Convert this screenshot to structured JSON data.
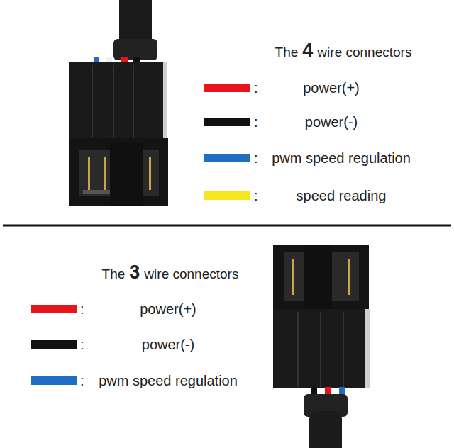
{
  "diagram": {
    "labels": [
      "The",
      "4",
      "wire connectors",
      "The",
      "3",
      "wire connectors",
      ":",
      ":",
      ":",
      ":",
      ":",
      ":",
      ":"
    ],
    "legend": [
      {
        "text": "power(+)",
        "color": "#e8141a"
      },
      {
        "text": "power(-)",
        "color": "#111111"
      },
      {
        "text": "pwm speed regulation",
        "color": "#1e6fc4"
      },
      {
        "text": "speed reading",
        "color": "#f5e71e"
      },
      {
        "text": "power(+)",
        "color": "#e8141a"
      },
      {
        "text": "power(-)",
        "color": "#111111"
      },
      {
        "text": "pwm speed regulation",
        "color": "#1e6fc4"
      }
    ]
  }
}
